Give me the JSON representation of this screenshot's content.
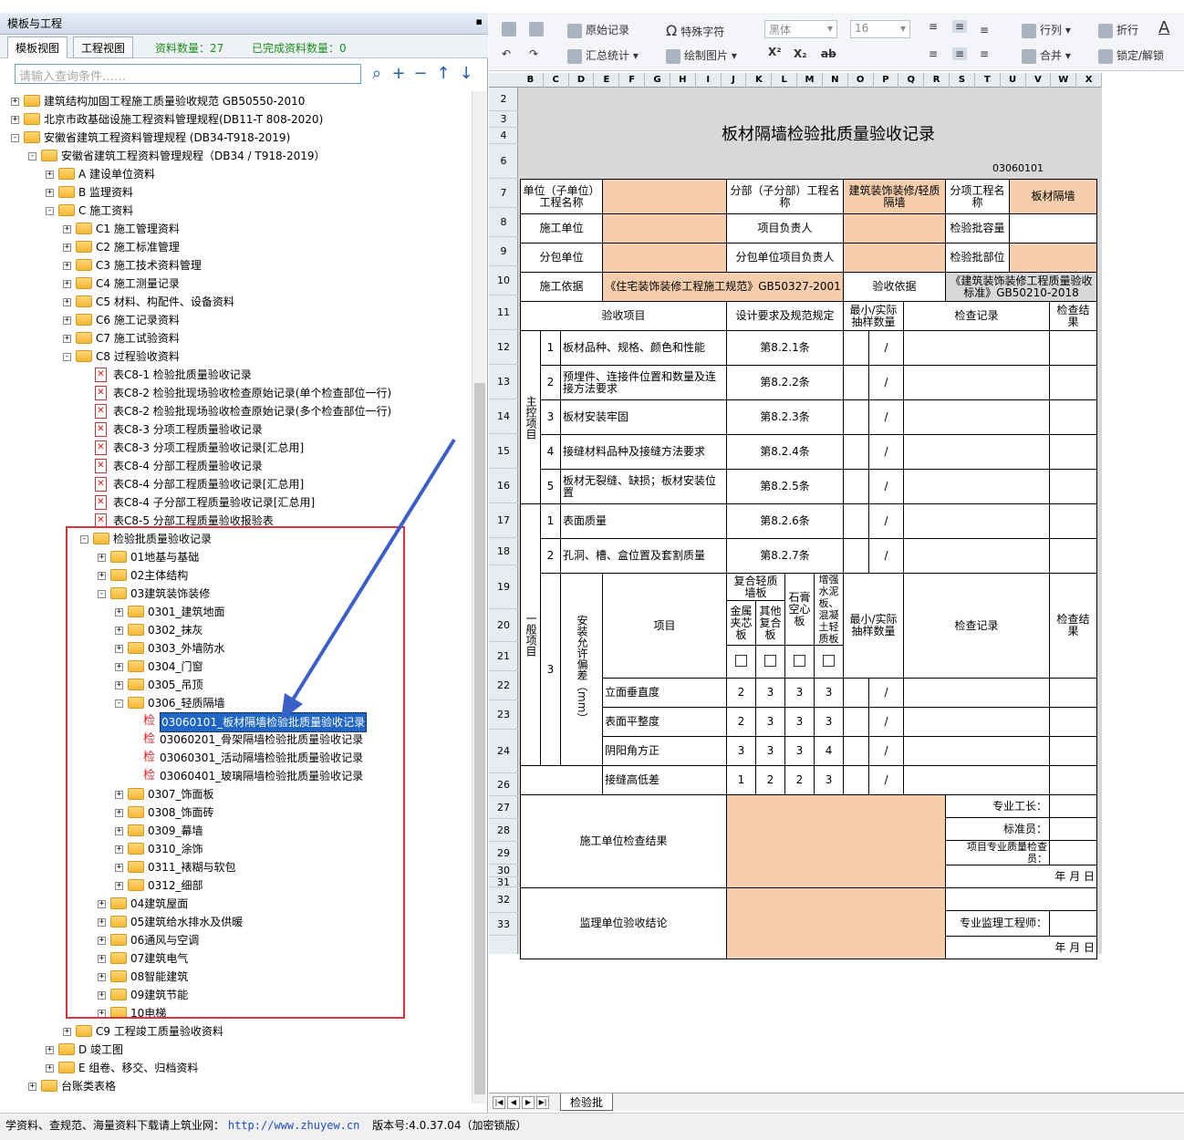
{
  "left_panel": {
    "title": "模板与工程",
    "pin_icon": "▪",
    "tabs": [
      "模板视图",
      "工程视图"
    ],
    "count_label": "资料数量：27",
    "done_label": "已完成资料数量：0",
    "search_placeholder": "请输入查询条件……",
    "tree": [
      {
        "level": 0,
        "type": "folder",
        "exp": "+",
        "label": "建筑结构加固工程施工质量验收规范 GB50550-2010"
      },
      {
        "level": 0,
        "type": "folder",
        "exp": "+",
        "label": "北京市政基础设施工程资料管理规程(DB11-T 808-2020)"
      },
      {
        "level": 0,
        "type": "folder",
        "exp": "-",
        "label": "安徽省建筑工程资料管理规程 (DB34-T918-2019)"
      },
      {
        "level": 1,
        "type": "folder",
        "exp": "-",
        "label": "安徽省建筑工程资料管理规程（DB34 / T918-2019）"
      },
      {
        "level": 2,
        "type": "folder",
        "exp": "+",
        "label": "A 建设单位资料"
      },
      {
        "level": 2,
        "type": "folder",
        "exp": "+",
        "label": "B 监理资料"
      },
      {
        "level": 2,
        "type": "folder",
        "exp": "-",
        "label": "C 施工资料"
      },
      {
        "level": 3,
        "type": "folder",
        "exp": "+",
        "label": "C1 施工管理资料"
      },
      {
        "level": 3,
        "type": "folder",
        "exp": "+",
        "label": "C2 施工标准管理"
      },
      {
        "level": 3,
        "type": "folder",
        "exp": "+",
        "label": "C3 施工技术资料管理"
      },
      {
        "level": 3,
        "type": "folder",
        "exp": "+",
        "label": "C4 施工测量记录"
      },
      {
        "level": 3,
        "type": "folder",
        "exp": "+",
        "label": "C5 材料、构配件、设备资料"
      },
      {
        "level": 3,
        "type": "folder",
        "exp": "+",
        "label": "C6 施工记录资料"
      },
      {
        "level": 3,
        "type": "folder",
        "exp": "+",
        "label": "C7 施工试验资料"
      },
      {
        "level": 3,
        "type": "folder",
        "exp": "-",
        "label": "C8 过程验收资料"
      },
      {
        "level": 4,
        "type": "doc",
        "label": "表C8-1 检验批质量验收记录"
      },
      {
        "level": 4,
        "type": "doc",
        "label": "表C8-2 检验批现场验收检查原始记录(单个检查部位一行)"
      },
      {
        "level": 4,
        "type": "doc",
        "label": "表C8-2 检验批现场验收检查原始记录(多个检查部位一行)"
      },
      {
        "level": 4,
        "type": "doc",
        "label": "表C8-3 分项工程质量验收记录"
      },
      {
        "level": 4,
        "type": "doc",
        "label": "表C8-3 分项工程质量验收记录[汇总用]"
      },
      {
        "level": 4,
        "type": "doc",
        "label": "表C8-4 分部工程质量验收记录"
      },
      {
        "level": 4,
        "type": "doc",
        "label": "表C8-4 分部工程质量验收记录[汇总用]"
      },
      {
        "level": 4,
        "type": "doc",
        "label": "表C8-4 子分部工程质量验收记录[汇总用]"
      },
      {
        "level": 4,
        "type": "doc",
        "label": "表C8-5 分部工程质量验收报验表"
      },
      {
        "level": 4,
        "type": "folder",
        "exp": "-",
        "label": "检验批质量验收记录"
      },
      {
        "level": 5,
        "type": "folder",
        "exp": "+",
        "label": "01地基与基础"
      },
      {
        "level": 5,
        "type": "folder",
        "exp": "+",
        "label": "02主体结构"
      },
      {
        "level": 5,
        "type": "folder",
        "exp": "-",
        "label": "03建筑装饰装修"
      },
      {
        "level": 6,
        "type": "folder",
        "exp": "+",
        "label": "0301_建筑地面"
      },
      {
        "level": 6,
        "type": "folder",
        "exp": "+",
        "label": "0302_抹灰"
      },
      {
        "level": 6,
        "type": "folder",
        "exp": "+",
        "label": "0303_外墙防水"
      },
      {
        "level": 6,
        "type": "folder",
        "exp": "+",
        "label": "0304_门窗"
      },
      {
        "level": 6,
        "type": "folder",
        "exp": "+",
        "label": "0305_吊顶"
      },
      {
        "level": 6,
        "type": "folder",
        "exp": "-",
        "label": "0306_轻质隔墙"
      },
      {
        "level": 7,
        "type": "jian",
        "label": "03060101_板材隔墙检验批质量验收记录",
        "selected": true
      },
      {
        "level": 7,
        "type": "jian",
        "label": "03060201_骨架隔墙检验批质量验收记录"
      },
      {
        "level": 7,
        "type": "jian",
        "label": "03060301_活动隔墙检验批质量验收记录"
      },
      {
        "level": 7,
        "type": "jian",
        "label": "03060401_玻璃隔墙检验批质量验收记录"
      },
      {
        "level": 6,
        "type": "folder",
        "exp": "+",
        "label": "0307_饰面板"
      },
      {
        "level": 6,
        "type": "folder",
        "exp": "+",
        "label": "0308_饰面砖"
      },
      {
        "level": 6,
        "type": "folder",
        "exp": "+",
        "label": "0309_幕墙"
      },
      {
        "level": 6,
        "type": "folder",
        "exp": "+",
        "label": "0310_涂饰"
      },
      {
        "level": 6,
        "type": "folder",
        "exp": "+",
        "label": "0311_裱糊与软包"
      },
      {
        "level": 6,
        "type": "folder",
        "exp": "+",
        "label": "0312_细部"
      },
      {
        "level": 5,
        "type": "folder",
        "exp": "+",
        "label": "04建筑屋面"
      },
      {
        "level": 5,
        "type": "folder",
        "exp": "+",
        "label": "05建筑给水排水及供暖"
      },
      {
        "level": 5,
        "type": "folder",
        "exp": "+",
        "label": "06通风与空调"
      },
      {
        "level": 5,
        "type": "folder",
        "exp": "+",
        "label": "07建筑电气"
      },
      {
        "level": 5,
        "type": "folder",
        "exp": "+",
        "label": "08智能建筑"
      },
      {
        "level": 5,
        "type": "folder",
        "exp": "+",
        "label": "09建筑节能"
      },
      {
        "level": 5,
        "type": "folder",
        "exp": "+",
        "label": "10电梯"
      },
      {
        "level": 3,
        "type": "folder",
        "exp": "+",
        "label": "C9 工程竣工质量验收资料"
      },
      {
        "level": 2,
        "type": "folder",
        "exp": "+",
        "label": "D 竣工图"
      },
      {
        "level": 2,
        "type": "folder",
        "exp": "+",
        "label": "E 组卷、移交、归档资料"
      },
      {
        "level": 1,
        "type": "folder",
        "exp": "+",
        "label": "台账类表格"
      }
    ]
  },
  "toolbar": {
    "original_record": "原始记录",
    "special_char": "特殊字符",
    "summary_stats": "汇总统计",
    "draw_image": "绘制图片",
    "font_name": "黑体",
    "font_size": "16",
    "superscript": "X²",
    "subscript": "X₂",
    "strike": "ab",
    "row_col": "行列",
    "merge": "合并",
    "wrap": "折行",
    "lock": "锁定/解锁",
    "font_color_icon": "A"
  },
  "sheet": {
    "columns": [
      "B",
      "C",
      "D",
      "E",
      "F",
      "G",
      "H",
      "I",
      "J",
      "K",
      "L",
      "M",
      "N",
      "O",
      "P",
      "Q",
      "R",
      "S",
      "T",
      "U",
      "V",
      "W",
      "X"
    ],
    "rows": [
      "2",
      "3",
      "4",
      "6",
      "7",
      "8",
      "9",
      "10",
      "11",
      "12",
      "13",
      "14",
      "15",
      "16",
      "17",
      "18",
      "19",
      "20",
      "21",
      "22",
      "23",
      "24",
      "26",
      "27",
      "28",
      "29",
      "30",
      "31",
      "32",
      "33"
    ],
    "title": "板材隔墙检验批质量验收记录",
    "code": "03060101",
    "f": {
      "unit_name": "单位（子单位）工程名称",
      "div_name": "分部（子分部）工程名称",
      "div_value": "建筑装饰装修/轻质隔墙",
      "sub_name": "分项工程名称",
      "sub_value": "板材隔墙",
      "constructor": "施工单位",
      "pm": "项目负责人",
      "lot_cap": "检验批容量",
      "subcon": "分包单位",
      "subcon_pm": "分包单位项目负责人",
      "lot_part": "检验批部位",
      "basis": "施工依据",
      "basis_value": "《住宅装饰装修工程施工规范》GB50327-2001",
      "acc_basis": "验收依据",
      "acc_value": "《建筑装饰装修工程质量验收标准》GB50210-2018",
      "acc_item": "验收项目",
      "design_req": "设计要求及规范规定",
      "min_sample": "最小/实际抽样数量",
      "check_record": "检查记录",
      "check_result": "检查结果",
      "main_items": "主控项目",
      "general_items": "一般项目",
      "slash": "/",
      "m1": "板材品种、规格、颜色和性能",
      "m1c": "第8.2.1条",
      "m2": "预埋件、连接件位置和数量及连接方法要求",
      "m2c": "第8.2.2条",
      "m3": "板材安装牢固",
      "m3c": "第8.2.3条",
      "m4": "接缝材料品种及接缝方法要求",
      "m4c": "第8.2.4条",
      "m5": "板材无裂缝、缺损；板材安装位置",
      "m5c": "第8.2.5条",
      "g1": "表面质量",
      "g1c": "第8.2.6条",
      "g2": "孔洞、槽、盒位置及套割质量",
      "g2c": "第8.2.7条",
      "tol": "安装允许偏差（mm）",
      "item": "项目",
      "composite": "复合轻质墙板",
      "metal": "金属夹芯板",
      "other": "其他复合板",
      "gypsum": "石膏空心板",
      "cement": "增强水泥板、混凝土轻质板",
      "t1": "立面垂直度",
      "t1v": [
        "2",
        "3",
        "3",
        "3"
      ],
      "t2": "表面平整度",
      "t2v": [
        "2",
        "3",
        "3",
        "3"
      ],
      "t3": "阴阳角方正",
      "t3v": [
        "3",
        "3",
        "3",
        "4"
      ],
      "t4": "接缝高低差",
      "t4v": [
        "1",
        "2",
        "2",
        "3"
      ],
      "n1": "1",
      "n2": "2",
      "n3": "3",
      "n4": "4",
      "n5": "5",
      "con_result": "施工单位检查结果",
      "foreman": "专业工长：",
      "std_person": "标准员：",
      "qc": "项目专业质量检查员：",
      "date": "年  月  日",
      "sup_result": "监理单位验收结论",
      "sup_eng": "专业监理工程师："
    }
  },
  "sheet_tab": "检验批",
  "status": {
    "text": "学资料、查规范、海量资料下载请上筑业网：",
    "link": "http://www.zhuyew.cn",
    "version": "版本号:4.0.37.04（加密锁版）"
  }
}
